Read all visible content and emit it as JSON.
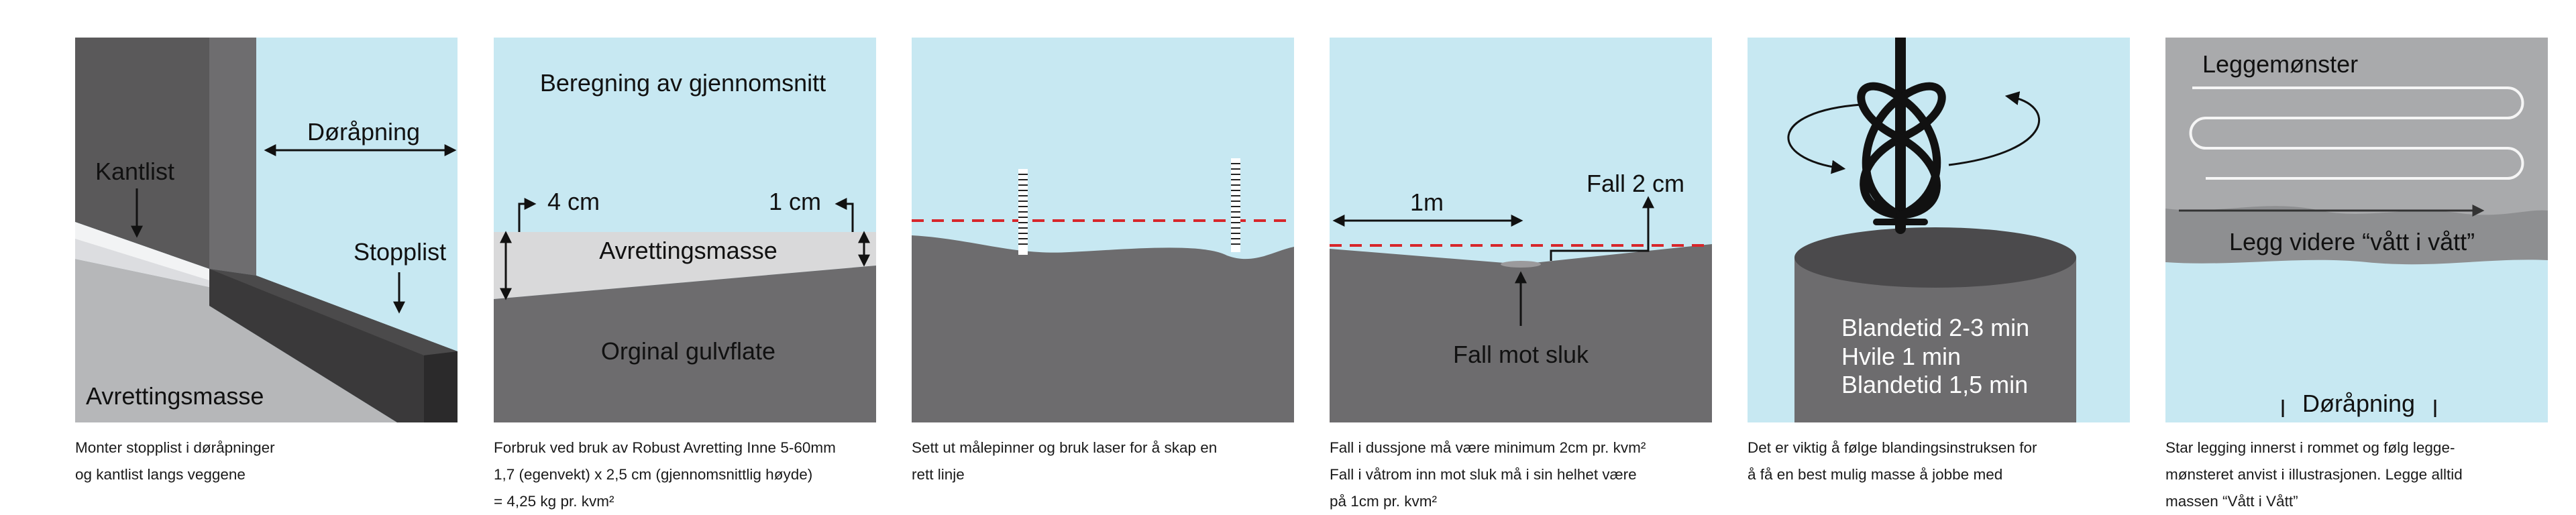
{
  "colors": {
    "sky": "#c7e8f2",
    "floor_dark": "#6d6c6e",
    "wall_dark": "#595859",
    "screed_light": "#d8d8d8",
    "laser_red": "#d7262b",
    "panel6_top": "#a9aaac",
    "panel6_bottom": "#c7e8f2"
  },
  "panels": [
    {
      "labels": {
        "door": "Døråpning",
        "edge": "Kantlist",
        "stop": "Stopplist",
        "screed": "Avrettingsmasse"
      },
      "caption": [
        "Monter stopplist i døråpninger",
        "og kantlist langs veggene"
      ]
    },
    {
      "labels": {
        "title": "Beregning av gjennomsnitt",
        "left_depth": "4 cm",
        "right_depth": "1 cm",
        "screed": "Avrettingsmasse",
        "floor": "Orginal gulvflate"
      },
      "caption": [
        "Forbruk ved bruk av Robust Avretting Inne 5-60mm",
        "1,7 (egenvekt) x 2,5 cm (gjennomsnittlig høyde)",
        "= 4,25 kg pr. kvm²"
      ]
    },
    {
      "labels": {},
      "caption": [
        "Sett ut målepinner og bruk laser for å skap en",
        "rett linje"
      ]
    },
    {
      "labels": {
        "distance": "1m",
        "fall": "Fall 2 cm",
        "drain": "Fall mot sluk"
      },
      "caption": [
        "Fall i dussjone må være minimum 2cm pr. kvm²",
        "Fall i våtrom inn mot sluk må i sin helhet være",
        "på 1cm pr. kvm²"
      ]
    },
    {
      "labels": {
        "mix_time": "Blandetid 2-3 min",
        "rest": "Hvile 1 min",
        "mix_time_2": "Blandetid 1,5 min"
      },
      "caption": [
        "Det er viktig å følge blandingsinstruksen for",
        "å få en best mulig masse å jobbe med"
      ]
    },
    {
      "labels": {
        "pattern": "Leggemønster",
        "wet": "Legg videre “vått i vått”",
        "door": "Døråpning"
      },
      "caption": [
        "Star legging innerst i rommet og følg legge-",
        "mønsteret anvist i illustrasjonen. Legge alltid",
        "massen “Vått i Vått”"
      ]
    }
  ]
}
